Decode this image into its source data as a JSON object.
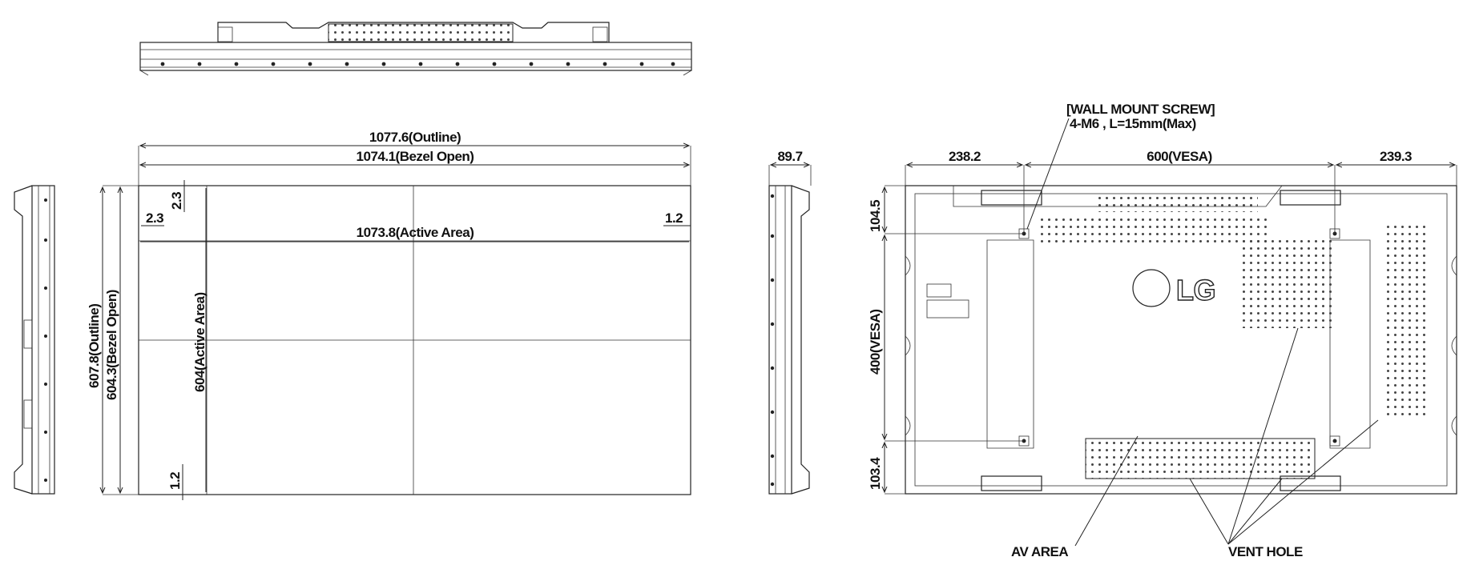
{
  "front_view": {
    "outline_width": "1077.6(Outline)",
    "bezel_open_width": "1074.1(Bezel Open)",
    "active_width": "1073.8(Active Area)",
    "outline_height": "607.8(Outline)",
    "bezel_open_height": "604.3(Bezel Open)",
    "active_height": "604(Active Area)",
    "bezel_left": "2.3",
    "bezel_top": "2.3",
    "bezel_right": "1.2",
    "bezel_bottom": "1.2"
  },
  "side_view": {
    "depth": "89.7"
  },
  "rear_view": {
    "left_margin": "238.2",
    "vesa_width": "600(VESA)",
    "right_margin": "239.3",
    "top_margin": "104.5",
    "vesa_height": "400(VESA)",
    "bottom_margin": "103.4",
    "screw_title": "[WALL MOUNT SCREW]",
    "screw_spec": "4-M6 , L=15mm(Max)",
    "av_area": "AV AREA",
    "vent_hole": "VENT HOLE",
    "logo": "LG"
  }
}
